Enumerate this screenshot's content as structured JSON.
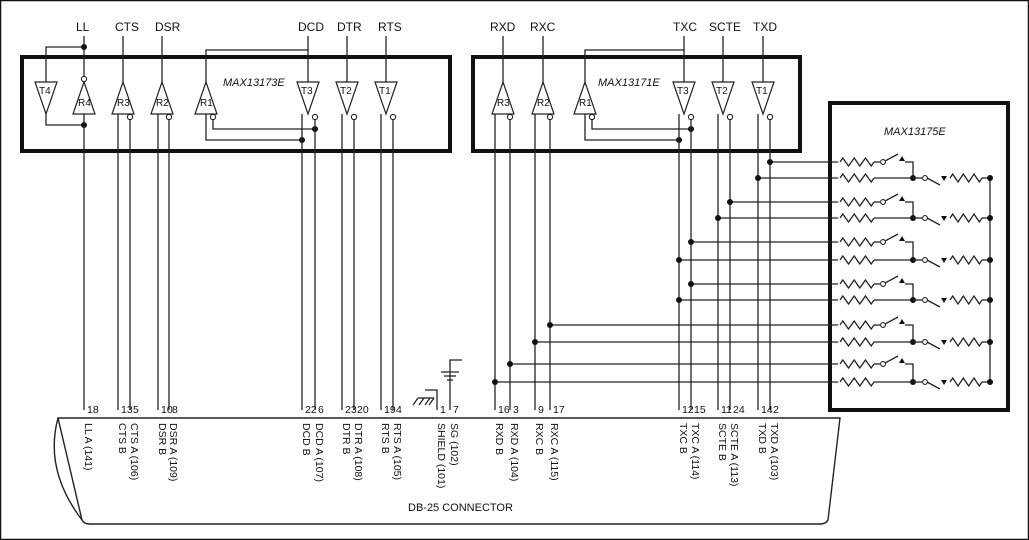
{
  "chip1": {
    "label": "MAX13173E",
    "top_signals": [
      "LL",
      "CTS",
      "DSR",
      "DCD",
      "DTR",
      "RTS"
    ],
    "gates": [
      "T4",
      "R4",
      "R3",
      "R2",
      "R1",
      "T3",
      "T2",
      "T1"
    ]
  },
  "chip2": {
    "label": "MAX13171E",
    "top_signals": [
      "RXD",
      "RXC",
      "TXC",
      "SCTE",
      "TXD"
    ],
    "gates": [
      "R3",
      "R2",
      "R1",
      "T3",
      "T2",
      "T1"
    ]
  },
  "chip3": {
    "label": "MAX13175E"
  },
  "connector": {
    "label": "DB-25 CONNECTOR",
    "pins": [
      "18",
      "13",
      "5",
      "10",
      "8",
      "22",
      "6",
      "23",
      "20",
      "19",
      "4",
      "1",
      "7",
      "16",
      "3",
      "9",
      "17",
      "12",
      "15",
      "11",
      "24",
      "14",
      "2"
    ],
    "signals": [
      "LL A (141)",
      "CTS B",
      "CTS A (106)",
      "DSR B",
      "DSR A (109)",
      "DCD B",
      "DCD A (107)",
      "DTR B",
      "DTR A (108)",
      "RTS B",
      "RTS A (105)",
      "SHIELD (101)",
      "SG (102)",
      "RXD B",
      "RXD A (104)",
      "RXC B",
      "RXC A (115)",
      "TXC B",
      "TXC A (114)",
      "SCTE B",
      "SCTE A (113)",
      "TXD B",
      "TXD A (103)"
    ]
  }
}
